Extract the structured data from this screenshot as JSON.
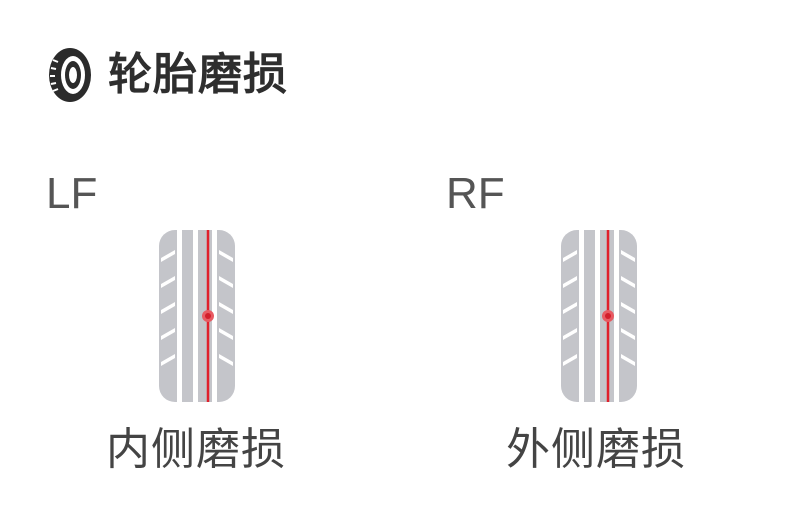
{
  "header": {
    "title": "轮胎磨损",
    "icon": "tire-icon"
  },
  "tires": [
    {
      "id": "lf",
      "label": "LF",
      "wear_type": "内侧磨损",
      "indicator_side": "inner",
      "icon": "tire-tread-icon"
    },
    {
      "id": "rf",
      "label": "RF",
      "wear_type": "外侧磨损",
      "indicator_side": "outer",
      "icon": "tire-tread-icon"
    }
  ],
  "colors": {
    "tread": "#b8b9bf",
    "tread_bg": "#c7c8cd",
    "groove": "#ffffff",
    "wear_indicator": "#e0202c",
    "title_text": "#2e2e2e",
    "label_text": "#555555"
  }
}
